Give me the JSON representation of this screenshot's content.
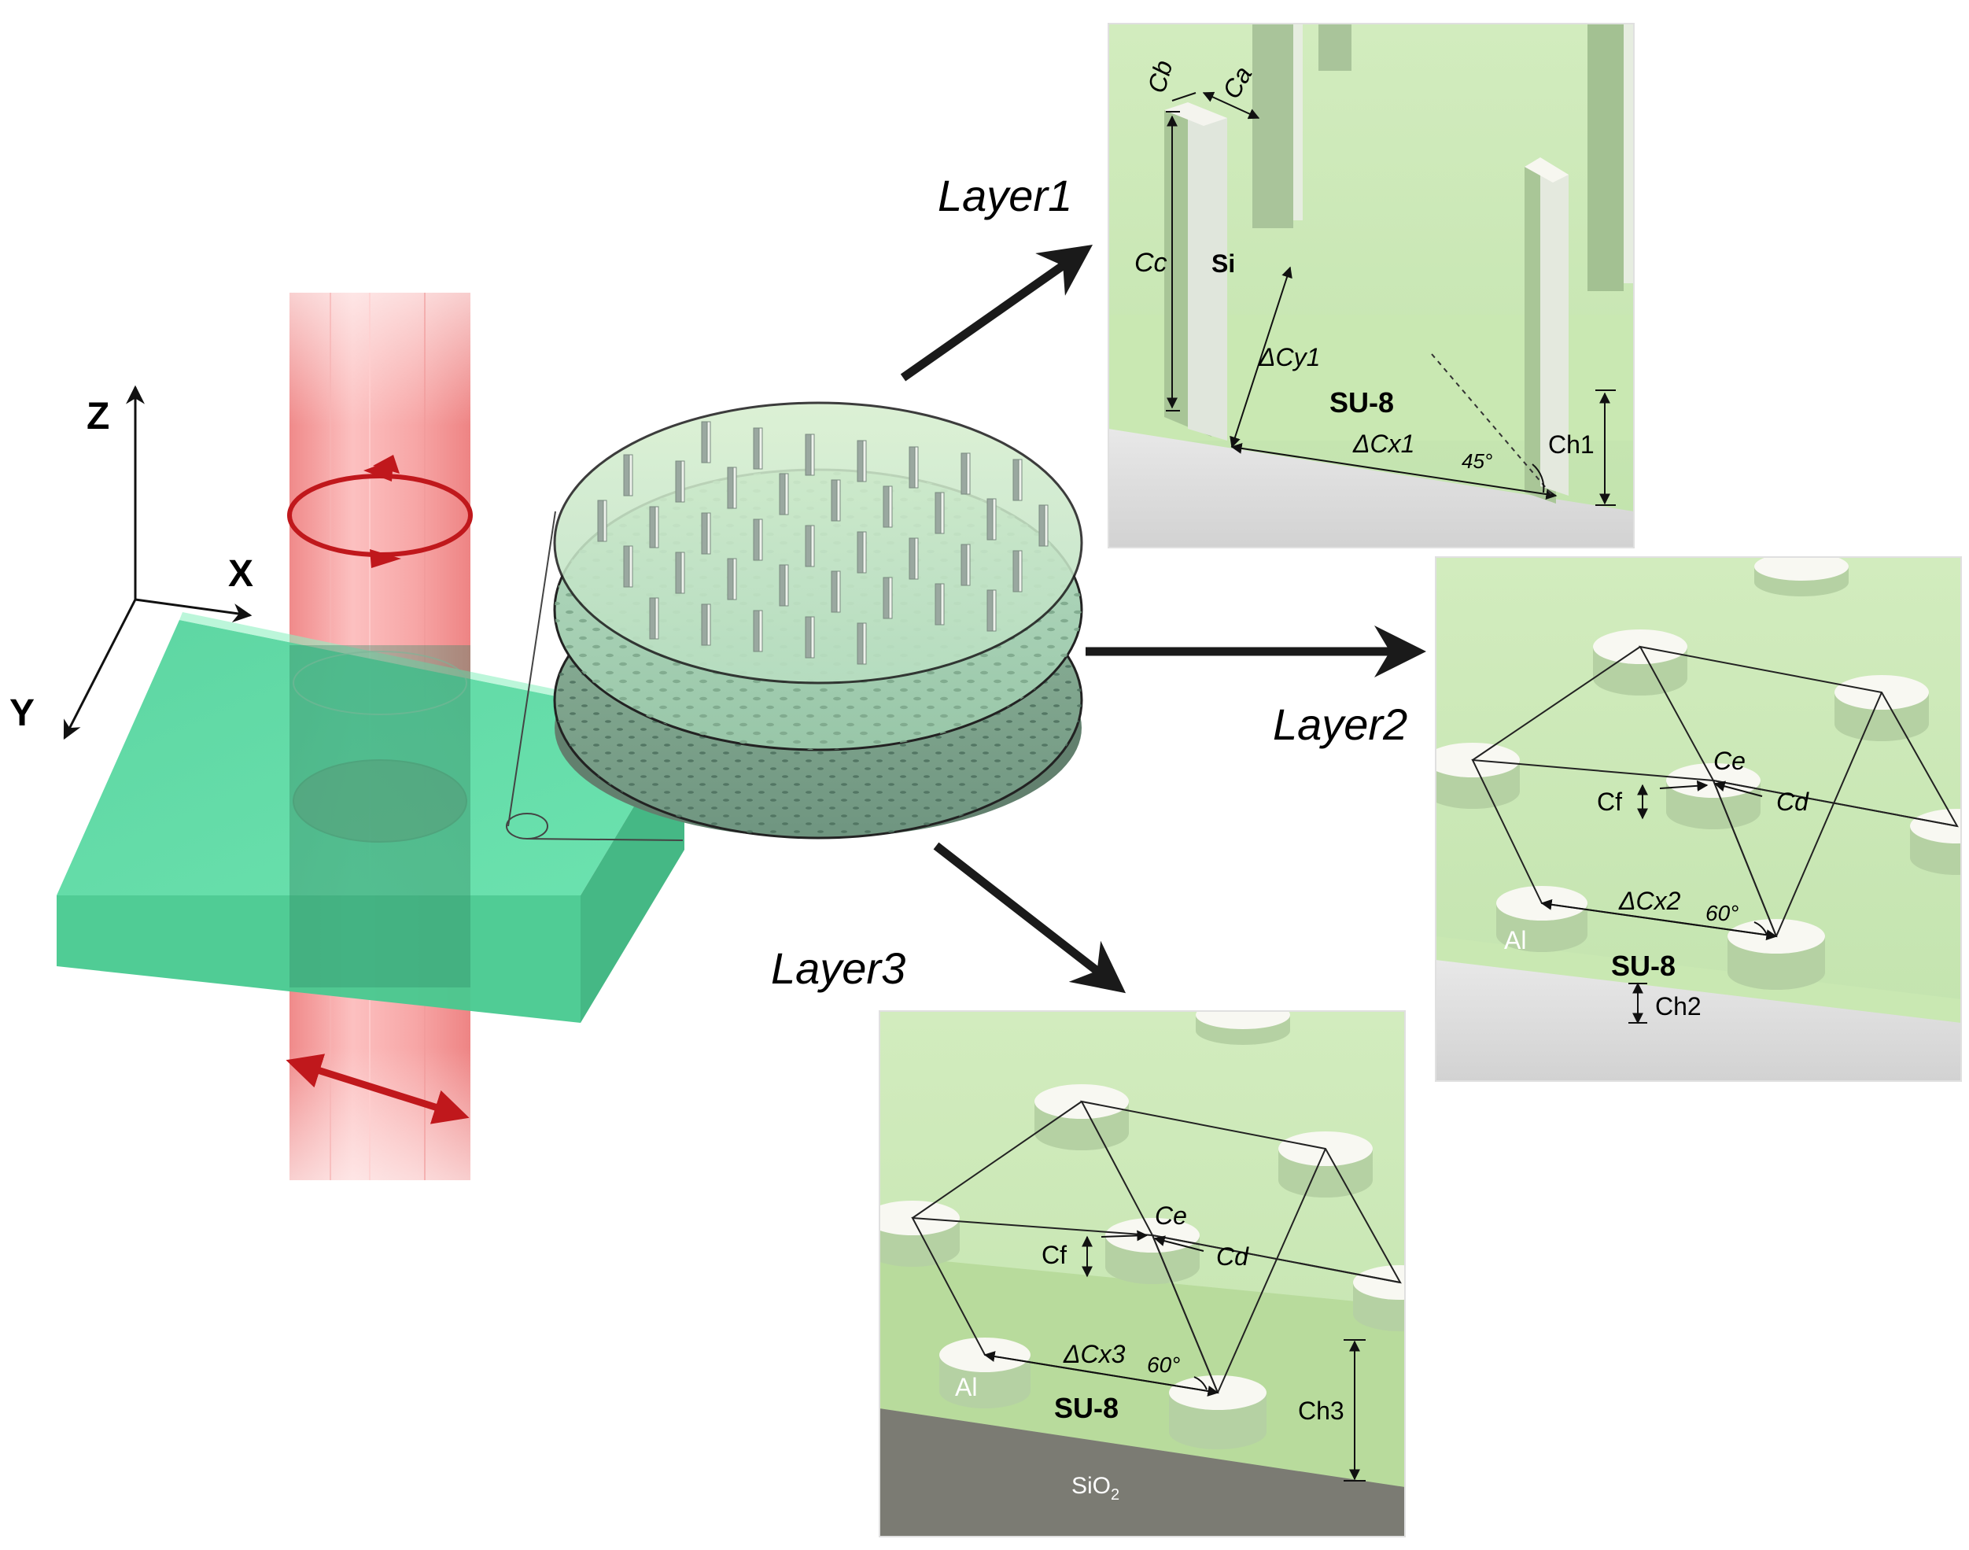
{
  "axes": {
    "z": "Z",
    "x": "X",
    "y": "Y"
  },
  "layers": {
    "layer1": {
      "title": "Layer1",
      "cb": "Cb",
      "ca": "Ca",
      "cc": "Cc",
      "si": "Si",
      "dcy1": "ΔCy1",
      "su8": "SU-8",
      "dcx1": "ΔCx1",
      "angle": "45°",
      "ch1": "Ch1"
    },
    "layer2": {
      "title": "Layer2",
      "ce": "Ce",
      "cf": "Cf",
      "cd": "Cd",
      "dcx2": "ΔCx2",
      "angle": "60°",
      "al": "Al",
      "su8": "SU-8",
      "ch2": "Ch2"
    },
    "layer3": {
      "title": "Layer3",
      "ce": "Ce",
      "cf": "Cf",
      "cd": "Cd",
      "dcx3": "ΔCx3",
      "angle": "60°",
      "al": "Al",
      "su8": "SU-8",
      "ch3": "Ch3",
      "sio2": "SiO",
      "sio2_sub": "2"
    }
  },
  "colors": {
    "beam": "#f4a0a0",
    "beam_arrow": "#c0181c",
    "slab": "#4fd69c",
    "su8_green": "#c8e6b4",
    "substrate_gray": "#7a7a72"
  }
}
